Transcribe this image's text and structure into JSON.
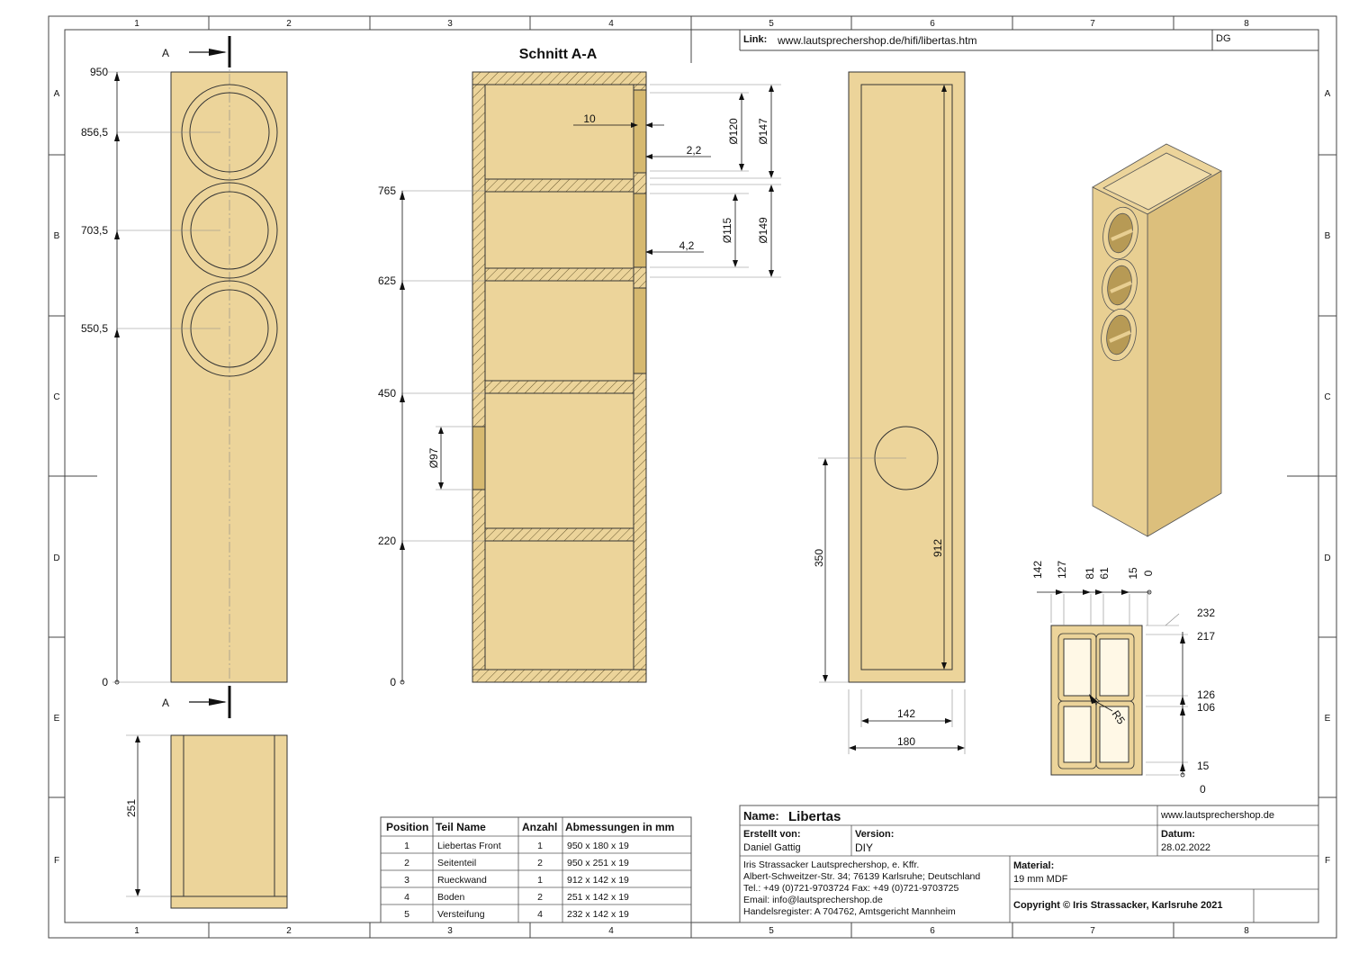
{
  "header": {
    "link_label": "Link:",
    "link_url": "www.lautsprechershop.de/hifi/libertas.htm",
    "author_code": "DG"
  },
  "grid": {
    "columns": [
      "1",
      "2",
      "3",
      "4",
      "5",
      "6",
      "7",
      "8"
    ],
    "rows": [
      "A",
      "B",
      "C",
      "D",
      "E",
      "F"
    ]
  },
  "front_view": {
    "section_marker": "A",
    "dimensions": [
      "950",
      "856,5",
      "703,5",
      "550,5",
      "0"
    ]
  },
  "bottom_view": {
    "depth": "251"
  },
  "section_view": {
    "title": "Schnitt A-A",
    "heights": [
      "765",
      "625",
      "450",
      "220",
      "0"
    ],
    "port_diameter": "Ø97",
    "driver_dims": {
      "offset": "10",
      "d120": "Ø120",
      "d147": "Ø147",
      "recess1": "2,2",
      "d115": "Ø115",
      "d149": "Ø149",
      "recess2": "4,2"
    }
  },
  "rear_view": {
    "port_height": "350",
    "inner_height": "912",
    "inner_width": "142",
    "outer_width": "180"
  },
  "top_section": {
    "top_dims": [
      "142",
      "127",
      "81",
      "61",
      "15",
      "0"
    ],
    "side_dims": [
      "232",
      "217",
      "126",
      "106",
      "15",
      "0"
    ],
    "radius": "R5"
  },
  "parts_table": {
    "headers": [
      "Position",
      "Teil Name",
      "Anzahl",
      "Abmessungen in mm"
    ],
    "rows": [
      [
        "1",
        "Liebertas Front",
        "1",
        "950 x 180 x 19"
      ],
      [
        "2",
        "Seitenteil",
        "2",
        "950 x 251 x 19"
      ],
      [
        "3",
        "Rueckwand",
        "1",
        "912 x 142 x 19"
      ],
      [
        "4",
        "Boden",
        "2",
        "251 x 142 x 19"
      ],
      [
        "5",
        "Versteifung",
        "4",
        "232 x 142 x 19"
      ]
    ]
  },
  "title_block": {
    "name_label": "Name:",
    "name_value": "Libertas",
    "website": "www.lautsprechershop.de",
    "created_label": "Erstellt von:",
    "created_value": "Daniel Gattig",
    "version_label": "Version:",
    "version_value": "DIY",
    "date_label": "Datum:",
    "date_value": "28.02.2022",
    "company": [
      "Iris Strassacker Lautsprechershop, e. Kffr.",
      "Albert-Schweitzer-Str. 34; 76139 Karlsruhe; Deutschland",
      "Tel.: +49 (0)721-9703724 Fax: +49 (0)721-9703725",
      "Email: info@lautsprechershop.de",
      "Handelsregister: A 704762, Amtsgericht Mannheim"
    ],
    "material_label": "Material:",
    "material_value": "19 mm MDF",
    "copyright": "Copyright © Iris Strassacker, Karlsruhe 2021"
  },
  "colors": {
    "wood": "#ecd49a",
    "wood_dark": "#d6b970",
    "line": "#222222"
  }
}
